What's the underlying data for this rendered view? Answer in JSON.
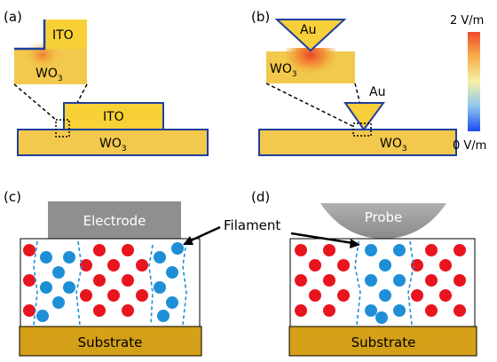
{
  "panels": {
    "a": {
      "label": "(a)",
      "ito_zoom": "ITO",
      "wo3_zoom": "WO",
      "ito": "ITO",
      "wo3": "WO",
      "sub": "3"
    },
    "b": {
      "label": "(b)",
      "au_zoom": "Au",
      "wo3_zoom": "WO",
      "au": "Au",
      "wo3": "WO",
      "sub": "3"
    },
    "c": {
      "label": "(c)",
      "electrode": "Electrode",
      "substrate": "Substrate"
    },
    "d": {
      "label": "(d)",
      "probe": "Probe",
      "substrate": "Substrate"
    }
  },
  "filament_label": "Filament",
  "colorbar": {
    "max_label": "2 V/m",
    "min_label": "0 V/m"
  },
  "colors": {
    "red_ion": "#e8141e",
    "blue_ion": "#1e8fd6",
    "wo3_fill": "#f2c94c",
    "ito_fill": "#f7d136",
    "outline": "#1f3f9e",
    "gray": "#8f8f8f",
    "substrate": "#d4a017"
  }
}
